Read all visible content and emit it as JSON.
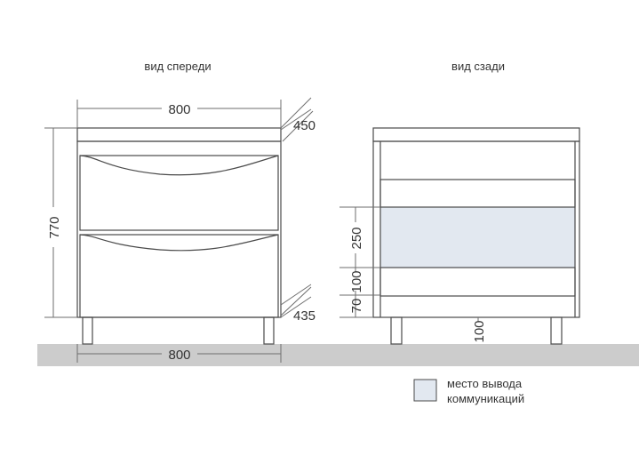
{
  "front_view": {
    "title": "вид спереди",
    "width_top": "800",
    "depth_top": "450",
    "height": "770",
    "depth_bottom": "435",
    "width_bottom": "800"
  },
  "back_view": {
    "title": "вид сзади",
    "dim_250": "250",
    "dim_100_upper": "100",
    "dim_70": "70",
    "dim_100_lower": "100"
  },
  "legend": {
    "line1": "место вывода",
    "line2": "коммуникаций",
    "swatch_color": "#e2e8f0"
  },
  "colors": {
    "floor": "#cccccc",
    "outline": "#4a4a4a",
    "dimension": "#6e6e6e"
  }
}
